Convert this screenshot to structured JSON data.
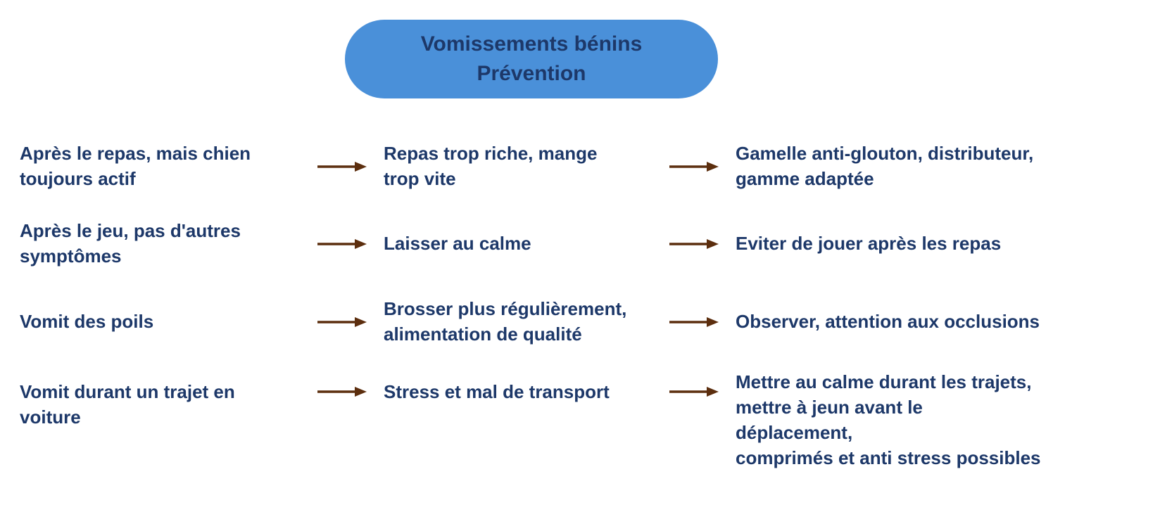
{
  "title": {
    "text": "Vomissements bénins\nPrévention"
  },
  "colors": {
    "title_bg": "#4a90d9",
    "text": "#1d3869",
    "arrow": "#5c2e0e",
    "background": "#ffffff"
  },
  "icons": {
    "arrow": "arrow-right"
  },
  "rows": [
    {
      "situation": "Après le repas, mais chien\ntoujours actif",
      "cause": "Repas trop riche, mange\ntrop vite",
      "prevention": "Gamelle anti-glouton, distributeur,\ngamme adaptée"
    },
    {
      "situation": "Après le jeu, pas d'autres\nsymptômes",
      "cause": "Laisser au calme",
      "prevention": "Eviter de jouer après les repas"
    },
    {
      "situation": "Vomit des poils",
      "cause": "Brosser plus régulièrement,\nalimentation de qualité",
      "prevention": "Observer, attention aux occlusions"
    },
    {
      "situation": "Vomit durant un trajet en\nvoiture",
      "cause": "Stress et mal de transport",
      "prevention": "Mettre au calme durant les trajets,\nmettre à jeun avant le\ndéplacement,\ncomprimés et anti stress possibles"
    }
  ]
}
